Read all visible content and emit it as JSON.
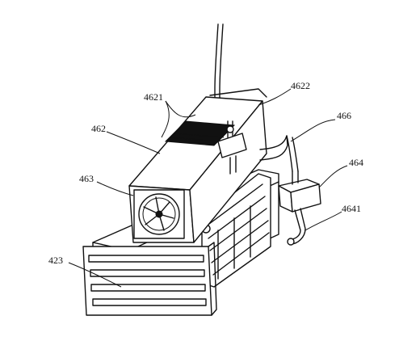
{
  "labels": {
    "l4621": "4621",
    "l4622": "4622",
    "l466": "466",
    "l462": "462",
    "l464": "464",
    "l463": "463",
    "l4641": "4641",
    "l423": "423"
  }
}
